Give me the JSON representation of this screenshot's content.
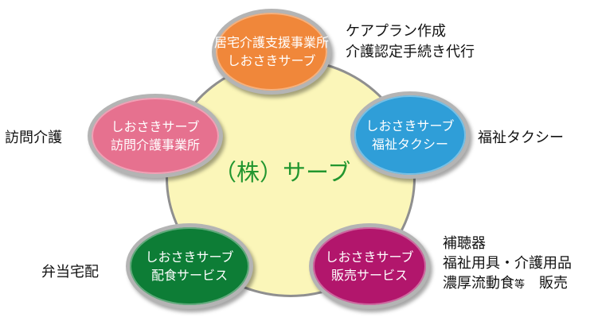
{
  "center": {
    "label": "（株）サーブ"
  },
  "nodes": {
    "top": {
      "line1": "居宅介護支援事業所",
      "line2": "しおさきサーブ",
      "color": "#f0873a"
    },
    "right": {
      "line1": "しおさきサーブ",
      "line2": "福祉タクシー",
      "color": "#2f9ed8"
    },
    "left": {
      "line1": "しおさきサーブ",
      "line2": "訪問介護事業所",
      "color": "#e6718f"
    },
    "bottom_left": {
      "line1": "しおさきサーブ",
      "line2": "配食サービス",
      "color": "#0d7d36"
    },
    "bottom_right": {
      "line1": "しおさきサーブ",
      "line2": "販売サービス",
      "color": "#b2166c"
    }
  },
  "labels": {
    "top": [
      "ケアプラン作成",
      "介護認定手続き代行"
    ],
    "right": "福祉タクシー",
    "left": "訪問介護",
    "bottom_left": "弁当宅配",
    "bottom_right": {
      "line1": "補聴器",
      "line2": "福祉用具・介護用品",
      "line3_a": "濃厚流動食",
      "line3_small": "等",
      "line3_b": "販売"
    }
  },
  "colors": {
    "center_fill": "#fbf6b9",
    "center_text": "#22962f",
    "ring": "#b4b4b4"
  }
}
